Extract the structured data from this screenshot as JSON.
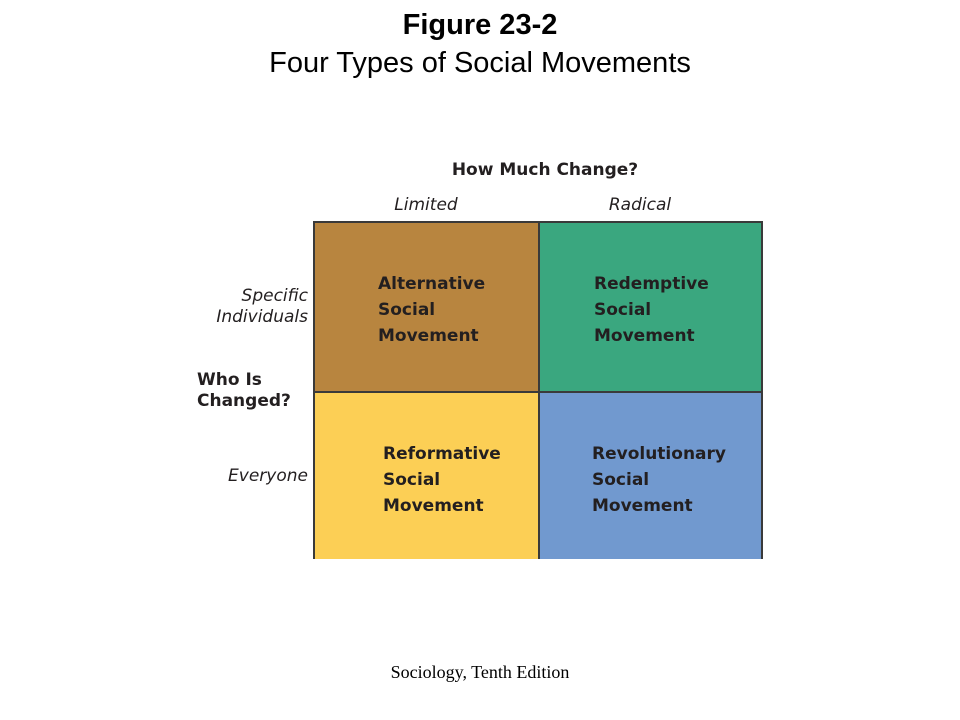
{
  "title": "Figure 23-2",
  "subtitle": "Four Types of Social Movements",
  "footer": "Sociology, Tenth Edition",
  "diagram": {
    "top_axis_title": "How Much Change?",
    "columns": [
      "Limited",
      "Radical"
    ],
    "left_axis_title": "Who Is\nChanged?",
    "rows": [
      "Specific\nIndividuals",
      "Everyone"
    ],
    "cells": [
      {
        "label": "Alternative\nSocial\nMovement",
        "color": "#b8853f"
      },
      {
        "label": "Redemptive\nSocial\nMovement",
        "color": "#3aa77f"
      },
      {
        "label": "Reformative\nSocial\nMovement",
        "color": "#fccf55"
      },
      {
        "label": "Revolutionary\nSocial\nMovement",
        "color": "#7199cf"
      }
    ]
  }
}
